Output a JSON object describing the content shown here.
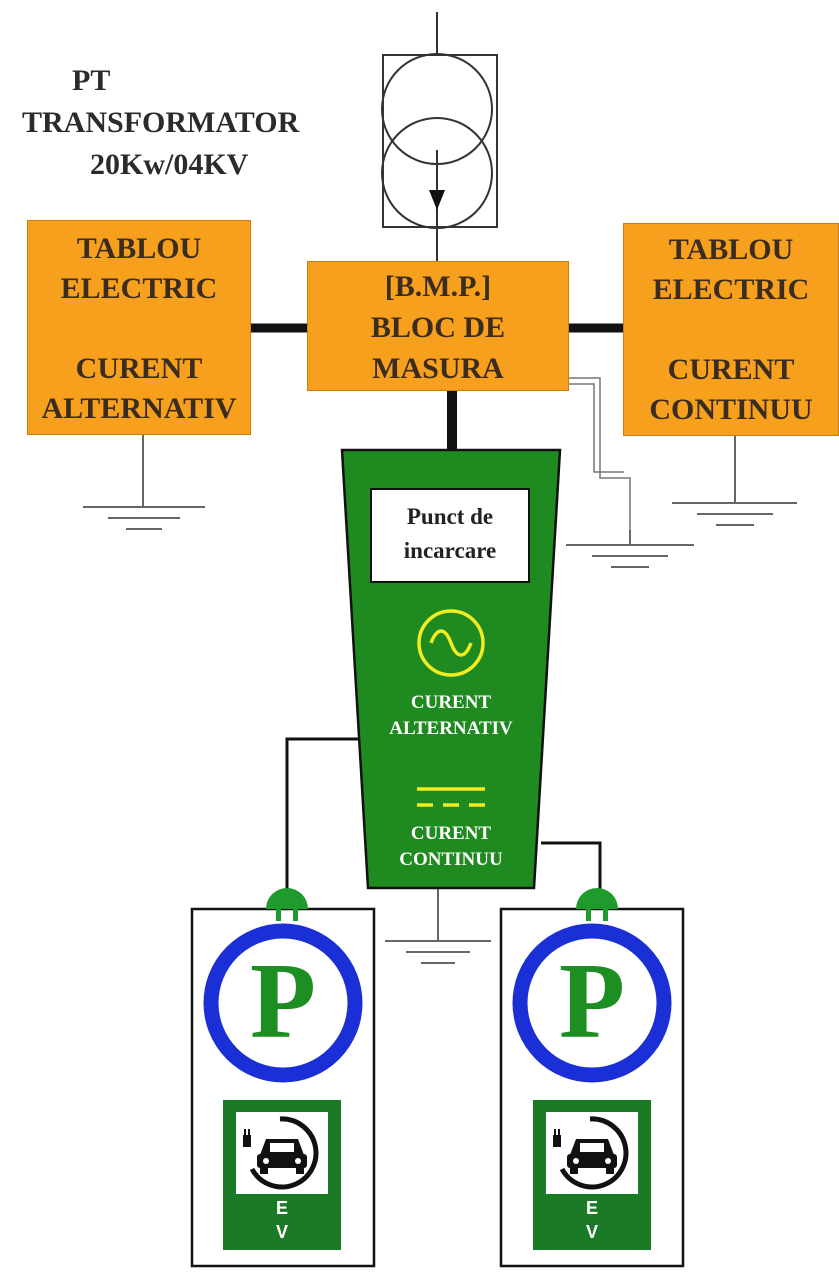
{
  "transformer": {
    "line1": "PT",
    "line2": "TRANSFORMATOR",
    "line3": "20Kw/04KV"
  },
  "panel_ac": {
    "line1": "TABLOU",
    "line2": "ELECTRIC",
    "line3": "CURENT",
    "line4": "ALTERNATIV"
  },
  "panel_dc": {
    "line1": "TABLOU",
    "line2": "ELECTRIC",
    "line3": "CURENT",
    "line4": "CONTINUU"
  },
  "meter": {
    "line1": "[B.M.P.]",
    "line2": "BLOC DE",
    "line3": "MASURA"
  },
  "charger": {
    "label_line1": "Punct de",
    "label_line2": "incarcare",
    "ac_line1": "CURENT",
    "ac_line2": "ALTERNATIV",
    "dc_line1": "CURENT",
    "dc_line2": "CONTINUU"
  },
  "parking_spots": [
    {
      "sign": "P",
      "ev_line1": "E",
      "ev_line2": "V"
    },
    {
      "sign": "P",
      "ev_line1": "E",
      "ev_line2": "V"
    }
  ],
  "colors": {
    "orange": "#f7a01e",
    "green": "#1f8a1f",
    "dark_green": "#1a7a26",
    "blue": "#1a2fd6",
    "yellow": "#f2ec21",
    "line": "#111111",
    "ground": "#555555"
  },
  "icons": [
    "transformer-icon",
    "ground-icon",
    "ac-symbol-icon",
    "dc-symbol-icon",
    "plug-icon",
    "parking-sign-icon",
    "ev-car-icon"
  ]
}
